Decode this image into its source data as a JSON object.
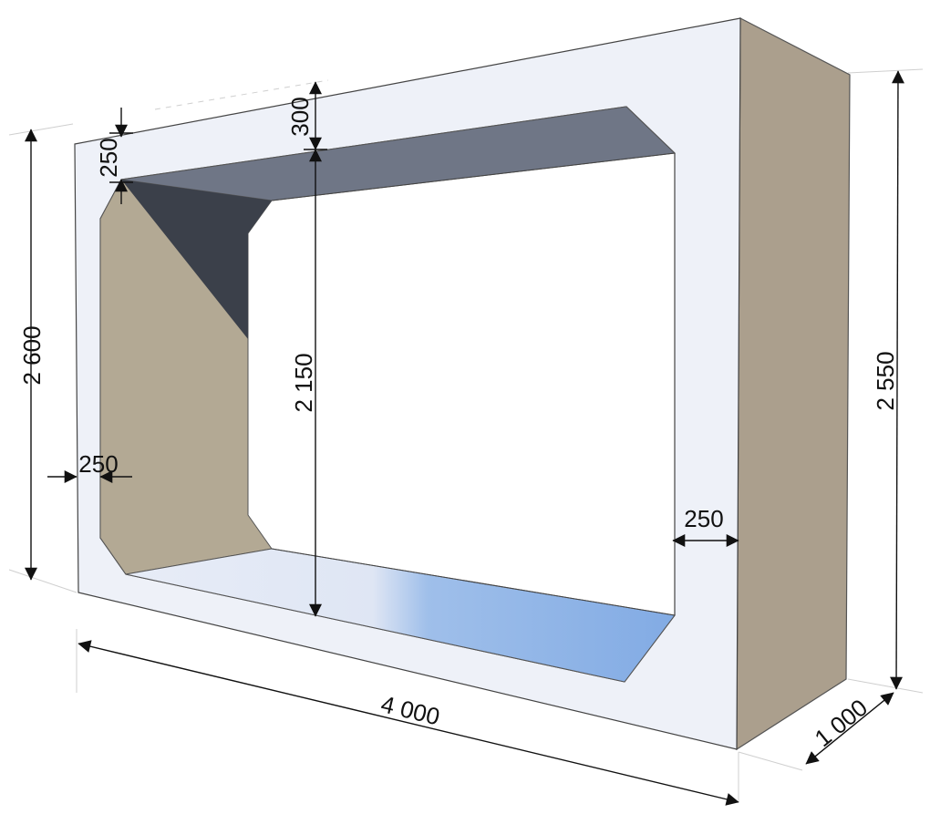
{
  "dimensions": {
    "overall_width": "4 000",
    "depth": "1 000",
    "height_front_left": "2 600",
    "height_back_right": "2 550",
    "opening_height": "2 150",
    "top_slab_thickness": "300",
    "chamfer_size": "250",
    "left_wall_thickness": "250",
    "right_wall_thickness": "250"
  },
  "colors": {
    "front_face": "#eef1f8",
    "right_side": "#ab9f8d",
    "inner_left_wall": "#b3a994",
    "ceiling": "#6f7686",
    "ceiling_shadow": "#3b404a",
    "floor": "#dfe6f4",
    "floor_light": "#8bb1e6",
    "edge": "#444444",
    "dimension_line": "#111111",
    "guide_line": "#c8c8c8"
  }
}
